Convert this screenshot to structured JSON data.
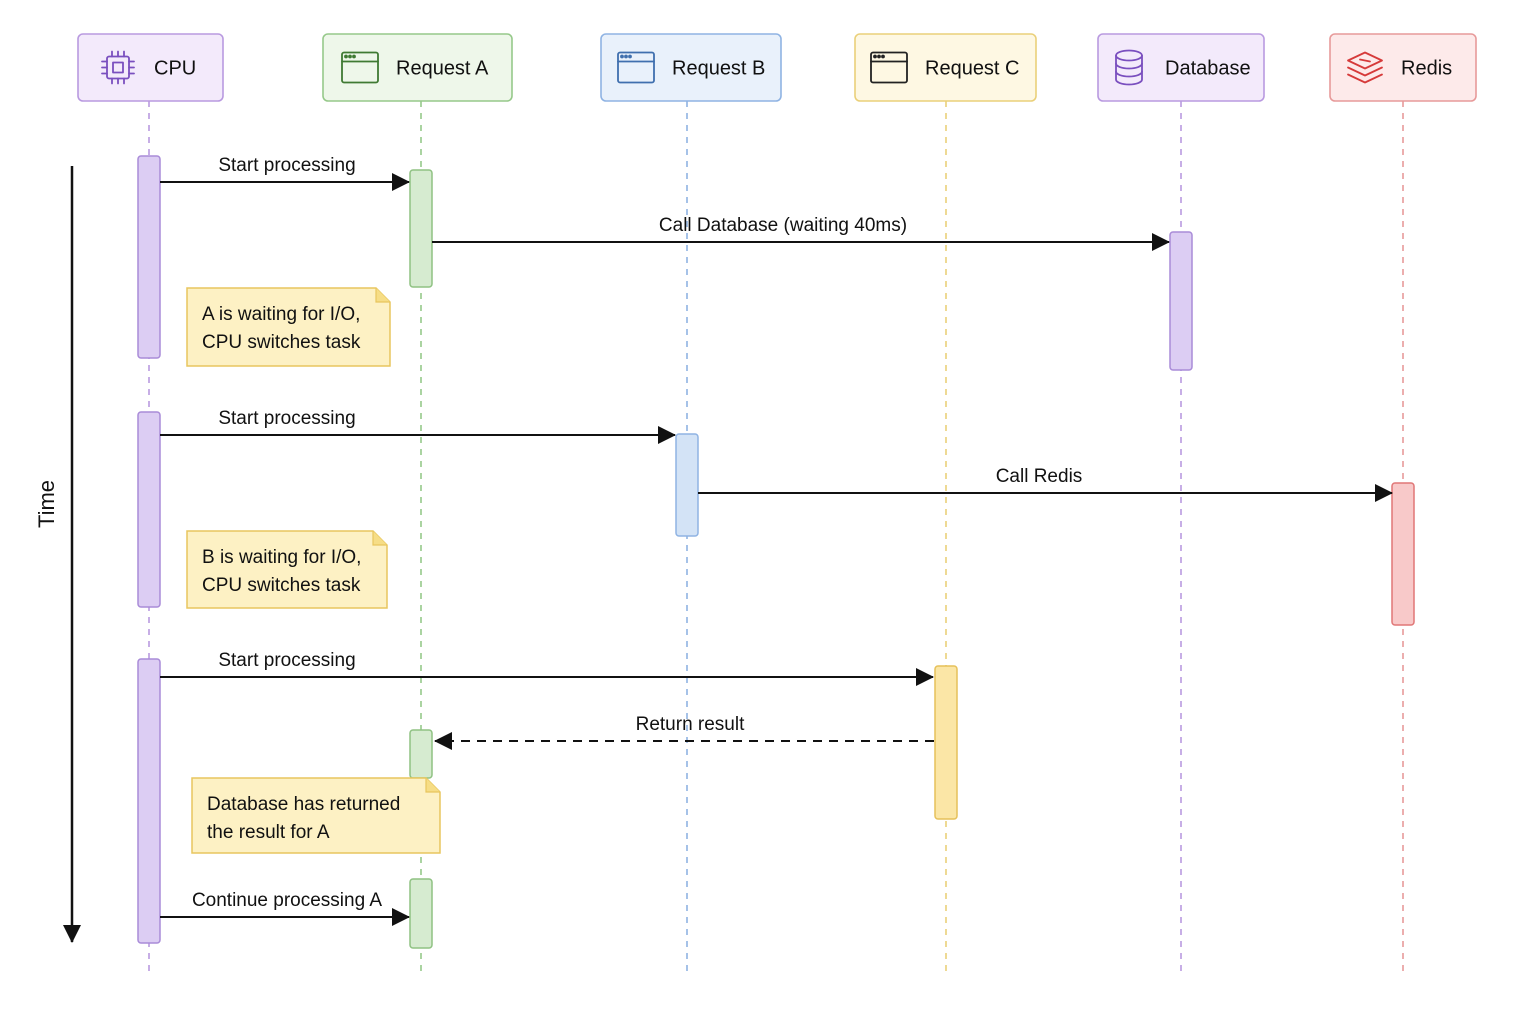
{
  "participants": [
    {
      "id": "cpu",
      "label": "CPU",
      "icon": "cpu-icon",
      "fill": "#f3eafb",
      "stroke": "#b99ae0",
      "color": "#7a4fbf"
    },
    {
      "id": "reqA",
      "label": "Request A",
      "icon": "browser-window-icon",
      "fill": "#eef7ea",
      "stroke": "#96c98a",
      "color": "#3f7a33"
    },
    {
      "id": "reqB",
      "label": "Request B",
      "icon": "browser-window-icon",
      "fill": "#e9f1fb",
      "stroke": "#8fb3e3",
      "color": "#3f6fae"
    },
    {
      "id": "reqC",
      "label": "Request C",
      "icon": "browser-window-icon",
      "fill": "#fef8e3",
      "stroke": "#ead07a",
      "color": "#222222"
    },
    {
      "id": "db",
      "label": "Database",
      "icon": "database-icon",
      "fill": "#f3eafb",
      "stroke": "#b99ae0",
      "color": "#7a4fbf"
    },
    {
      "id": "redis",
      "label": "Redis",
      "icon": "redis-layers-icon",
      "fill": "#fdeaea",
      "stroke": "#e79a9a",
      "color": "#d63a3a"
    }
  ],
  "activation_colors": {
    "cpu": {
      "fill": "#dccdf3",
      "stroke": "#a98bd8"
    },
    "reqA": {
      "fill": "#d6ebd0",
      "stroke": "#8fc282"
    },
    "reqB": {
      "fill": "#d3e3f6",
      "stroke": "#8fb3e3"
    },
    "reqC": {
      "fill": "#fbe6a6",
      "stroke": "#e6c15a"
    },
    "db": {
      "fill": "#dccdf3",
      "stroke": "#a98bd8"
    },
    "redis": {
      "fill": "#f8c9c9",
      "stroke": "#e07777"
    }
  },
  "messages": [
    {
      "id": "m1",
      "label": "Start processing",
      "from": "cpu",
      "to": "reqA",
      "style": "solid"
    },
    {
      "id": "m2",
      "label": "Call Database (waiting 40ms)",
      "from": "reqA",
      "to": "db",
      "style": "solid"
    },
    {
      "id": "m3",
      "label": "Start processing",
      "from": "cpu",
      "to": "reqB",
      "style": "solid"
    },
    {
      "id": "m4",
      "label": "Call Redis",
      "from": "reqB",
      "to": "redis",
      "style": "solid"
    },
    {
      "id": "m5",
      "label": "Start processing",
      "from": "cpu",
      "to": "reqC",
      "style": "solid"
    },
    {
      "id": "m6",
      "label": "Return result",
      "from": "reqC",
      "to": "reqA",
      "style": "dashed"
    },
    {
      "id": "m7",
      "label": "Continue processing A",
      "from": "cpu",
      "to": "reqA",
      "style": "solid"
    }
  ],
  "notes": [
    {
      "id": "n1",
      "lines": [
        "A is waiting for I/O,",
        "CPU switches task"
      ]
    },
    {
      "id": "n2",
      "lines": [
        "B is waiting for I/O,",
        "CPU switches task"
      ]
    },
    {
      "id": "n3",
      "lines": [
        "Database has returned",
        "the result for A"
      ]
    }
  ],
  "note_colors": {
    "fill": "#fdf1c4",
    "stroke": "#e8c65e"
  },
  "time_axis": {
    "label": "Time"
  }
}
